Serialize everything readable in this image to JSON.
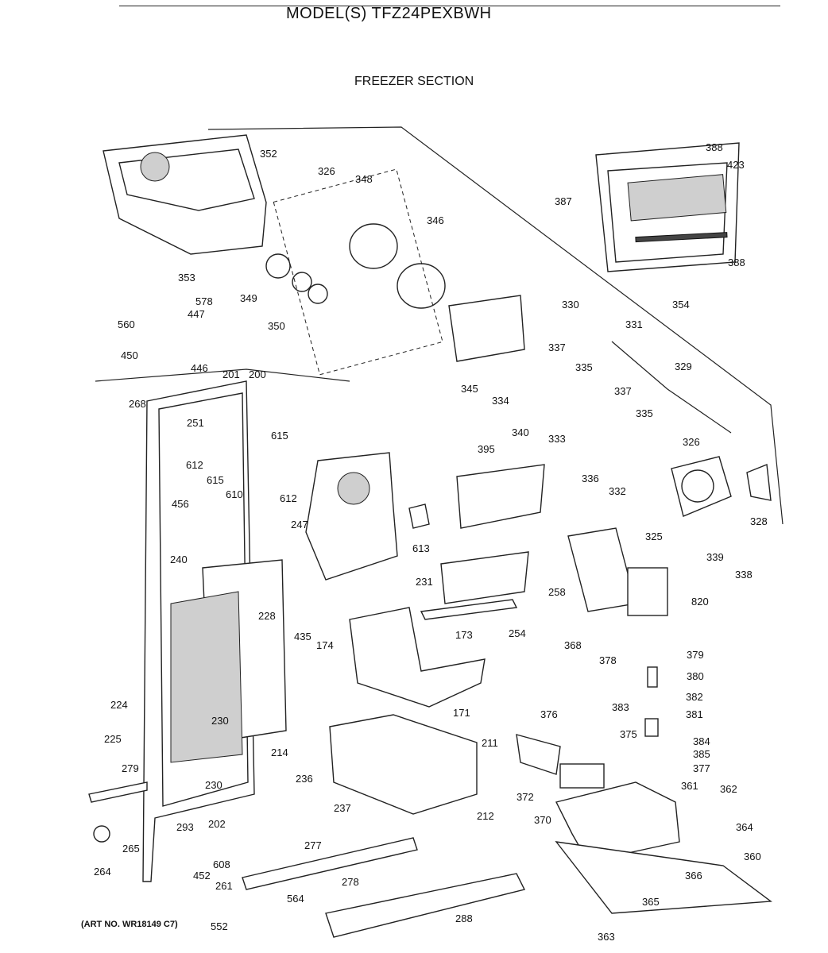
{
  "header": {
    "model_title": "MODEL(S) TFZ24PEXBWH",
    "section_title": "FREEZER SECTION"
  },
  "footer": {
    "art_no": "(ART NO. WR18149 C7)"
  },
  "callouts": [
    {
      "id": "c352",
      "text": "352"
    },
    {
      "id": "c326a",
      "text": "326"
    },
    {
      "id": "c348",
      "text": "348"
    },
    {
      "id": "c346",
      "text": "346"
    },
    {
      "id": "c388a",
      "text": "388"
    },
    {
      "id": "c423",
      "text": "423"
    },
    {
      "id": "c387",
      "text": "387"
    },
    {
      "id": "c388b",
      "text": "388"
    },
    {
      "id": "c353",
      "text": "353"
    },
    {
      "id": "c349",
      "text": "349"
    },
    {
      "id": "c350",
      "text": "350"
    },
    {
      "id": "c578",
      "text": "578"
    },
    {
      "id": "c447",
      "text": "447"
    },
    {
      "id": "c560",
      "text": "560"
    },
    {
      "id": "c450",
      "text": "450"
    },
    {
      "id": "c446",
      "text": "446"
    },
    {
      "id": "c330",
      "text": "330"
    },
    {
      "id": "c354",
      "text": "354"
    },
    {
      "id": "c331",
      "text": "331"
    },
    {
      "id": "c337a",
      "text": "337"
    },
    {
      "id": "c329",
      "text": "329"
    },
    {
      "id": "c335a",
      "text": "335"
    },
    {
      "id": "c345",
      "text": "345"
    },
    {
      "id": "c334",
      "text": "334"
    },
    {
      "id": "c337b",
      "text": "337"
    },
    {
      "id": "c340",
      "text": "340"
    },
    {
      "id": "c333",
      "text": "333"
    },
    {
      "id": "c335b",
      "text": "335"
    },
    {
      "id": "c326b",
      "text": "326"
    },
    {
      "id": "c201",
      "text": "201"
    },
    {
      "id": "c200",
      "text": "200"
    },
    {
      "id": "c268",
      "text": "268"
    },
    {
      "id": "c251",
      "text": "251"
    },
    {
      "id": "c615a",
      "text": "615"
    },
    {
      "id": "c612a",
      "text": "612"
    },
    {
      "id": "c615b",
      "text": "615"
    },
    {
      "id": "c610",
      "text": "610"
    },
    {
      "id": "c612b",
      "text": "612"
    },
    {
      "id": "c395",
      "text": "395"
    },
    {
      "id": "c336",
      "text": "336"
    },
    {
      "id": "c332",
      "text": "332"
    },
    {
      "id": "c328",
      "text": "328"
    },
    {
      "id": "c325",
      "text": "325"
    },
    {
      "id": "c456",
      "text": "456"
    },
    {
      "id": "c247",
      "text": "247"
    },
    {
      "id": "c613",
      "text": "613"
    },
    {
      "id": "c339",
      "text": "339"
    },
    {
      "id": "c338",
      "text": "338"
    },
    {
      "id": "c240",
      "text": "240"
    },
    {
      "id": "c231",
      "text": "231"
    },
    {
      "id": "c258",
      "text": "258"
    },
    {
      "id": "c820",
      "text": "820"
    },
    {
      "id": "c228",
      "text": "228"
    },
    {
      "id": "c435",
      "text": "435"
    },
    {
      "id": "c174",
      "text": "174"
    },
    {
      "id": "c173",
      "text": "173"
    },
    {
      "id": "c254",
      "text": "254"
    },
    {
      "id": "c368",
      "text": "368"
    },
    {
      "id": "c378",
      "text": "378"
    },
    {
      "id": "c379",
      "text": "379"
    },
    {
      "id": "c380",
      "text": "380"
    },
    {
      "id": "c224",
      "text": "224"
    },
    {
      "id": "c382",
      "text": "382"
    },
    {
      "id": "c376",
      "text": "376"
    },
    {
      "id": "c383",
      "text": "383"
    },
    {
      "id": "c381",
      "text": "381"
    },
    {
      "id": "c171",
      "text": "171"
    },
    {
      "id": "c230a",
      "text": "230"
    },
    {
      "id": "c375",
      "text": "375"
    },
    {
      "id": "c225",
      "text": "225"
    },
    {
      "id": "c211",
      "text": "211"
    },
    {
      "id": "c384",
      "text": "384"
    },
    {
      "id": "c385",
      "text": "385"
    },
    {
      "id": "c214",
      "text": "214"
    },
    {
      "id": "c279",
      "text": "279"
    },
    {
      "id": "c377",
      "text": "377"
    },
    {
      "id": "c236",
      "text": "236"
    },
    {
      "id": "c230b",
      "text": "230"
    },
    {
      "id": "c361",
      "text": "361"
    },
    {
      "id": "c362",
      "text": "362"
    },
    {
      "id": "c372",
      "text": "372"
    },
    {
      "id": "c237",
      "text": "237"
    },
    {
      "id": "c212",
      "text": "212"
    },
    {
      "id": "c370",
      "text": "370"
    },
    {
      "id": "c202",
      "text": "202"
    },
    {
      "id": "c293",
      "text": "293"
    },
    {
      "id": "c364",
      "text": "364"
    },
    {
      "id": "c265",
      "text": "265"
    },
    {
      "id": "c277",
      "text": "277"
    },
    {
      "id": "c360",
      "text": "360"
    },
    {
      "id": "c608",
      "text": "608"
    },
    {
      "id": "c264",
      "text": "264"
    },
    {
      "id": "c452",
      "text": "452"
    },
    {
      "id": "c261",
      "text": "261"
    },
    {
      "id": "c278",
      "text": "278"
    },
    {
      "id": "c366",
      "text": "366"
    },
    {
      "id": "c564",
      "text": "564"
    },
    {
      "id": "c365",
      "text": "365"
    },
    {
      "id": "c288",
      "text": "288"
    },
    {
      "id": "c552",
      "text": "552"
    },
    {
      "id": "c363",
      "text": "363"
    }
  ]
}
